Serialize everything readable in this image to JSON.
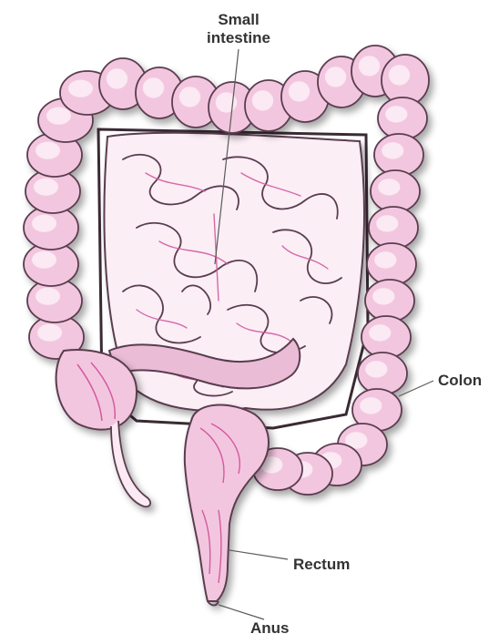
{
  "diagram": {
    "labels": {
      "small_intestine_line1": "Small",
      "small_intestine_line2": "intestine",
      "colon": "Colon",
      "rectum": "Rectum",
      "anus": "Anus"
    },
    "colors": {
      "tissue_fill": "#f3c6df",
      "tissue_light": "#fbe9f3",
      "vessel": "#d35aa0",
      "outline": "#5a3d4f",
      "background": "#ffffff"
    }
  }
}
